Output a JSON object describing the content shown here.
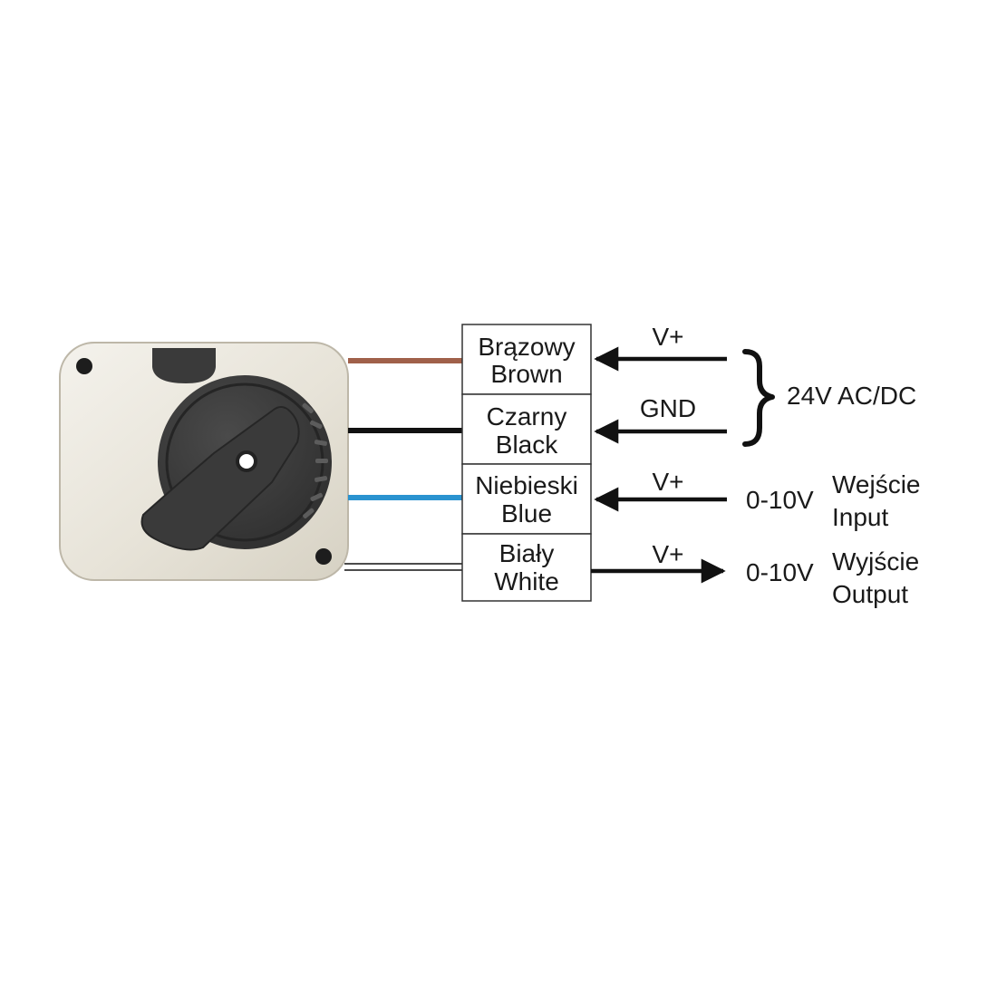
{
  "wires": [
    {
      "id": "brown",
      "label_pl": "Brązowy",
      "label_en": "Brown",
      "color": "#a0604a"
    },
    {
      "id": "black",
      "label_pl": "Czarny",
      "label_en": "Black",
      "color": "#111111"
    },
    {
      "id": "blue",
      "label_pl": "Niebieski",
      "label_en": "Blue",
      "color": "#2a93d0"
    },
    {
      "id": "white",
      "label_pl": "Biały",
      "label_en": "White",
      "color": "#ffffff"
    }
  ],
  "signals": {
    "brown": {
      "label": "V+",
      "direction": "input"
    },
    "black": {
      "label": "GND",
      "direction": "input"
    },
    "blue": {
      "label": "V+",
      "direction": "input"
    },
    "white": {
      "label": "V+",
      "direction": "output"
    }
  },
  "supply": {
    "label": "24V AC/DC"
  },
  "control_input": {
    "range": "0-10V",
    "label_pl": "Wejście",
    "label_en": "Input"
  },
  "control_output": {
    "range": "0-10V",
    "label_pl": "Wyjście",
    "label_en": "Output"
  },
  "colors": {
    "housing": "#ece9df",
    "knob": "#3b3b3b",
    "arrow": "#111111"
  }
}
